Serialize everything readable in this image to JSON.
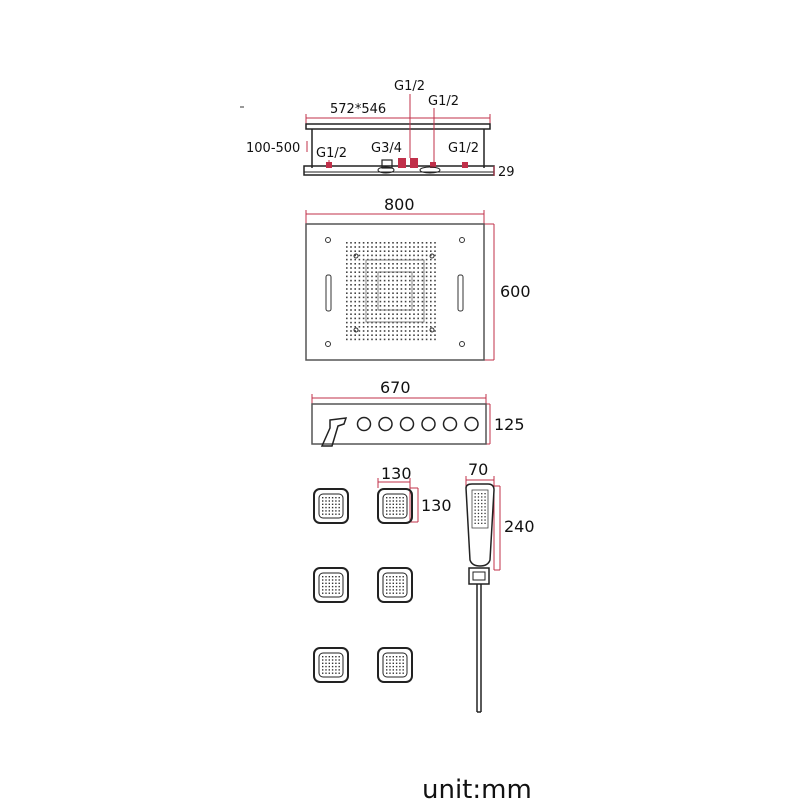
{
  "top_view": {
    "width_label": "572*546",
    "height_range_label": "100-500",
    "depth_label": "29",
    "ports": [
      "G1/2",
      "G1/2",
      "G1/2",
      "G3/4",
      "G1/2"
    ]
  },
  "shower_head": {
    "width_label": "800",
    "height_label": "600"
  },
  "control_panel": {
    "width_label": "670",
    "height_label": "125",
    "knob_count": 6
  },
  "body_jet": {
    "width_label": "130",
    "height_label": "130",
    "count": 6
  },
  "hand_shower": {
    "width_label": "70",
    "height_label": "240"
  },
  "unit_label": "unit:mm"
}
